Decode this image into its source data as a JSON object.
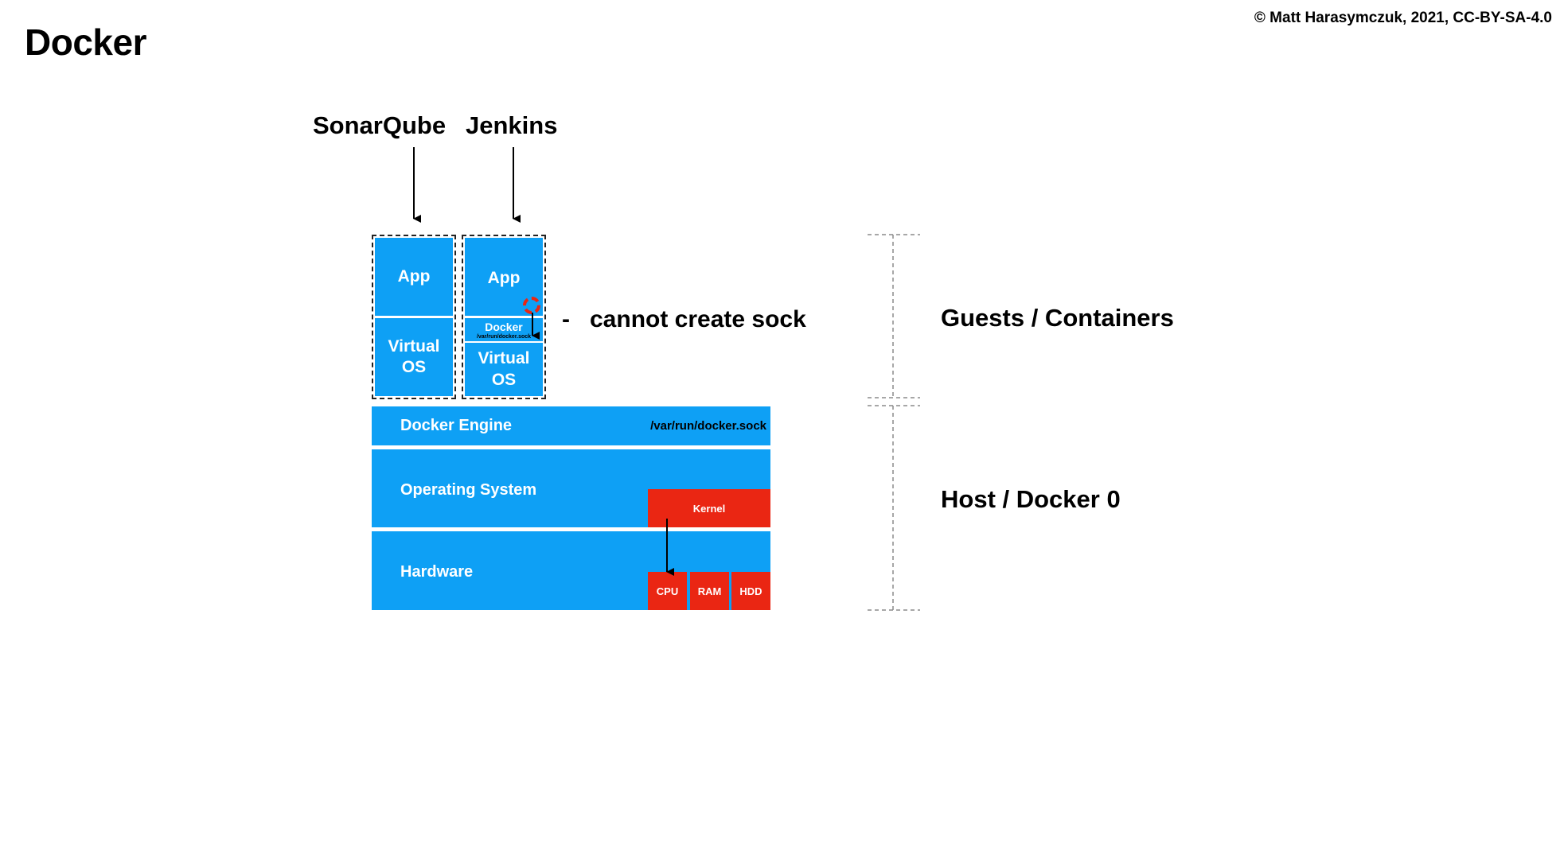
{
  "slide": {
    "title": "Docker",
    "copyright": "© Matt Harasymczuk, 2021, CC-BY-SA-4.0"
  },
  "apps": {
    "sonarqube": "SonarQube",
    "jenkins": "Jenkins"
  },
  "containers": {
    "sonarqube": {
      "app": "App",
      "os_line1": "Virtual",
      "os_line2": "OS"
    },
    "jenkins": {
      "app": "App",
      "docker": "Docker",
      "sock_path": "/var/run/docker.sock",
      "os_line1": "Virtual",
      "os_line2": "OS"
    }
  },
  "annotation": {
    "dash": "-",
    "text": "cannot create sock"
  },
  "host": {
    "engine": "Docker Engine",
    "engine_sock": "/var/run/docker.sock",
    "os": "Operating System",
    "kernel": "Kernel",
    "hardware": "Hardware",
    "cpu": "CPU",
    "ram": "RAM",
    "hdd": "HDD"
  },
  "side_labels": {
    "guests": "Guests / Containers",
    "host": "Host / Docker 0"
  },
  "colors": {
    "layer_blue": "#0ea0f5",
    "hardware_red": "#ea2613",
    "divider": "#8a8a8a"
  }
}
